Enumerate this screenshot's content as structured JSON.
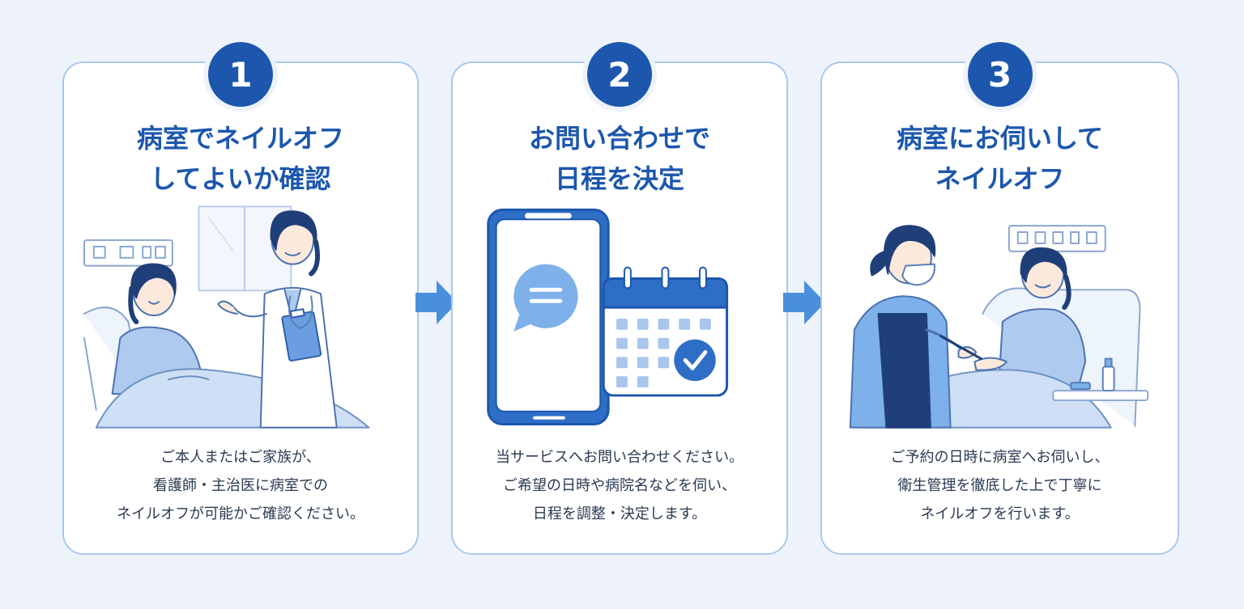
{
  "steps": [
    {
      "number": "1",
      "title_lines": [
        "病室でネイルオフ",
        "してよいか確認"
      ],
      "description_lines": [
        "ご本人またはご家族が、",
        "看護師・主治医に病室での",
        "ネイルオフが可能かご確認ください。"
      ]
    },
    {
      "number": "2",
      "title_lines": [
        "お問い合わせで",
        "日程を決定"
      ],
      "description_lines": [
        "当サービスへお問い合わせください。",
        "ご希望の日時や病院名などを伺い、",
        "日程を調整・決定します。"
      ]
    },
    {
      "number": "3",
      "title_lines": [
        "病室にお伺いして",
        "ネイルオフ"
      ],
      "description_lines": [
        "ご予約の日時に病室へお伺いし、",
        "衛生管理を徹底した上で丁寧に",
        "ネイルオフを行います。"
      ]
    }
  ],
  "colors": {
    "primary": "#1c57ad",
    "accent": "#4a8fdc",
    "card_border": "#a9c8ec",
    "background": "#eef3fb",
    "text": "#2a3a52"
  },
  "icons": [
    "arrow-right-icon",
    "chat-bubble-icon",
    "calendar-icon",
    "check-icon"
  ]
}
